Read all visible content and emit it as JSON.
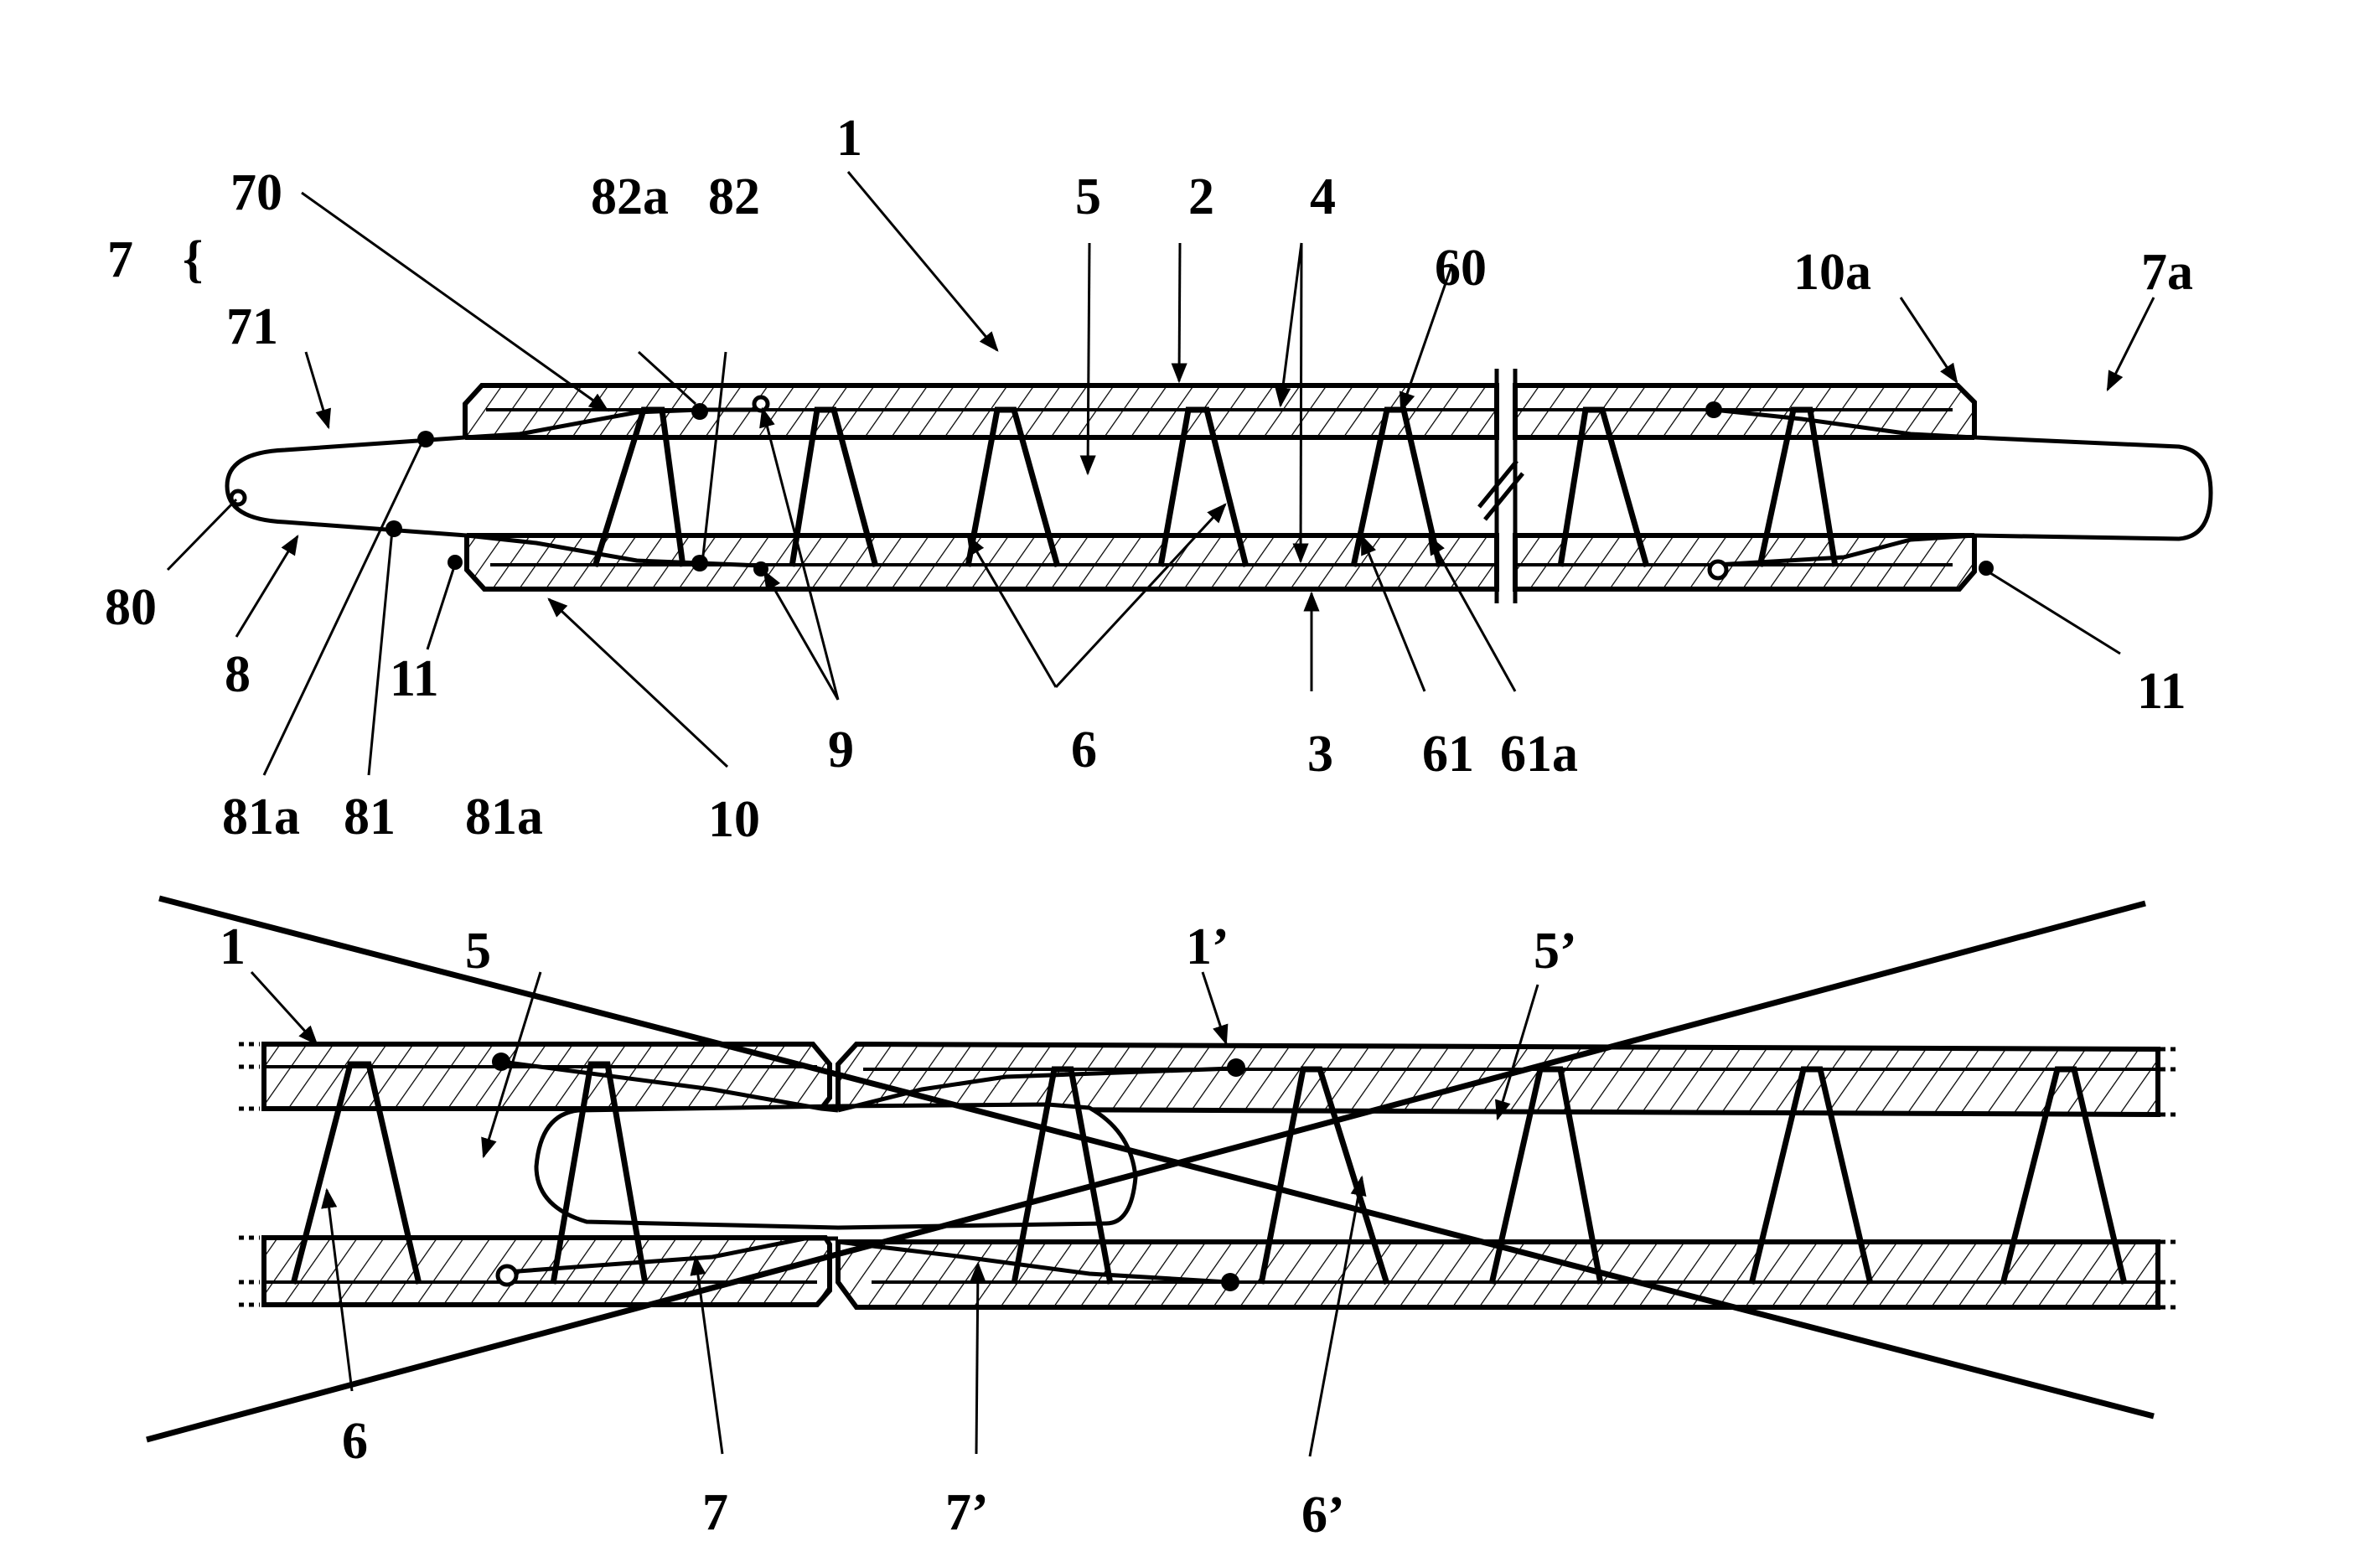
{
  "figure": {
    "top": {
      "labels": {
        "l1": "1",
        "l70": "70",
        "l82a": "82a",
        "l82": "82",
        "l5": "5",
        "l2": "2",
        "l4": "4",
        "l60": "60",
        "l10a": "10a",
        "l7a": "7a",
        "l7": "7",
        "brace": "{",
        "l71": "71",
        "l80": "80",
        "l8": "8",
        "l11_left": "11",
        "l9": "9",
        "l6": "6",
        "l3": "3",
        "l61": "61",
        "l61a": "61a",
        "l11_right": "11",
        "l81a_left": "81a",
        "l81": "81",
        "l81a_right": "81a",
        "l10": "10"
      }
    },
    "bottom": {
      "labels": {
        "l1": "1",
        "l5": "5",
        "l1p": "1’",
        "l5p": "5’",
        "l6": "6",
        "l7": "7",
        "l7p": "7’",
        "l6p": "6’"
      }
    }
  }
}
